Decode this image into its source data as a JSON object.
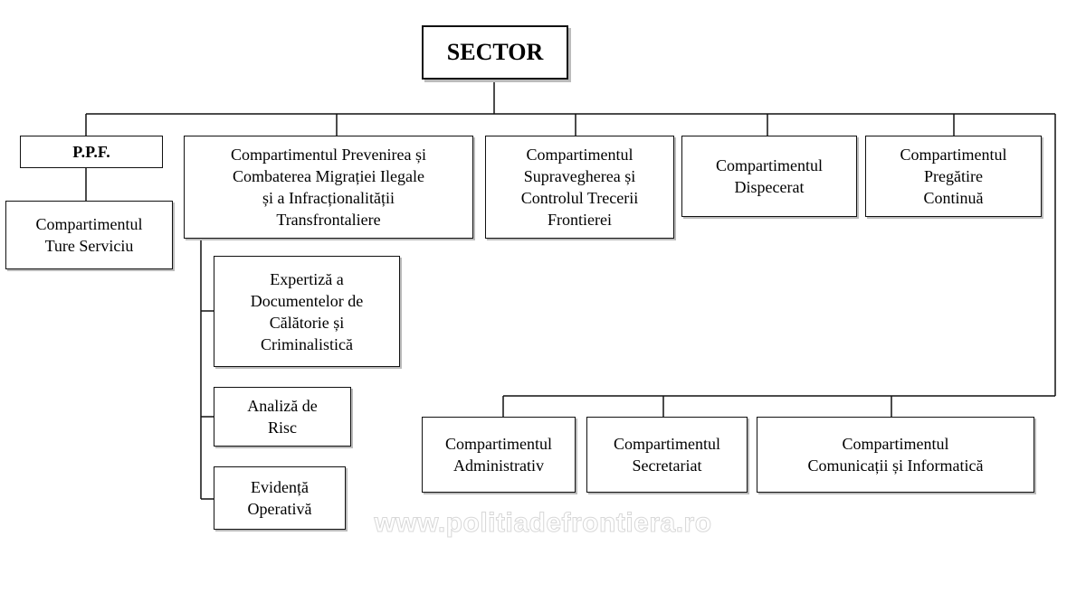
{
  "diagram": {
    "root": "SECTOR",
    "ppf": "P.P.F.",
    "ture_serviciu": "Compartimentul\nTure Serviciu",
    "prevenire": "Compartimentul Prevenirea și\nCombaterea Migrației Ilegale\nși a Infracționalității\nTransfrontaliere",
    "supraveghere": "Compartimentul\nSupravegherea și\nControlul Trecerii\nFrontierei",
    "dispecerat": "Compartimentul\nDispecerat",
    "pregatire": "Compartimentul\nPregătire\nContinuă",
    "expertiza": "Expertiză a\nDocumentelor de\nCălătorie și\nCriminalistică",
    "analiza": "Analiză de\nRisc",
    "evidenta": "Evidență\nOperativă",
    "administrativ": "Compartimentul\nAdministrativ",
    "secretariat": "Compartimentul\nSecretariat",
    "comunicatii": "Compartimentul\nComunicații și Informatică"
  },
  "watermark": "www.politiadefrontiera.ro",
  "colors": {
    "line": "#111111",
    "background": "#ffffff"
  }
}
